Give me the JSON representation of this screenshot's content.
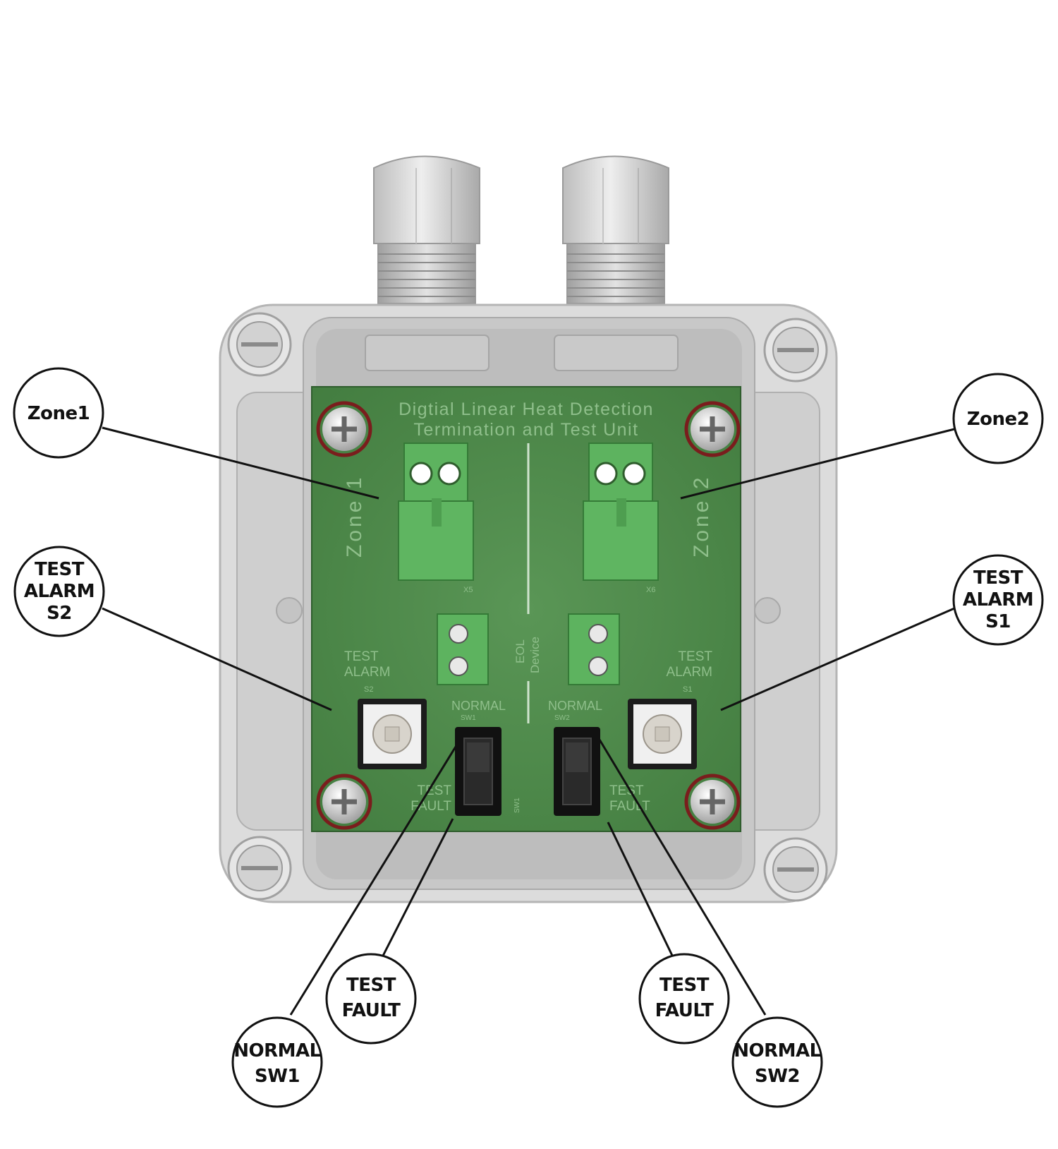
{
  "pcb": {
    "title_line1": "Digtial Linear Heat Detection",
    "title_line2": "Termination and Test Unit",
    "zone1_label": "Zone 1",
    "zone2_label": "Zone 2",
    "x5": "X5",
    "x6": "X6",
    "eol_line1": "EOL",
    "eol_line2": "Device",
    "test_alarm_left_1": "TEST",
    "test_alarm_left_2": "ALARM",
    "s2": "S2",
    "test_alarm_right_1": "TEST",
    "test_alarm_right_2": "ALARM",
    "s1": "S1",
    "normal_left": "NORMAL",
    "sw1_small": "SW1",
    "normal_right": "NORMAL",
    "sw2_small": "SW2",
    "test_fault_left_1": "TEST",
    "test_fault_left_2": "FAULT",
    "test_fault_right_1": "TEST",
    "test_fault_right_2": "FAULT",
    "sw1_side": "SW1"
  },
  "callouts": {
    "zone1": [
      "Zone1"
    ],
    "zone2": [
      "Zone2"
    ],
    "test_alarm_s2": [
      "TEST",
      "ALARM",
      "S2"
    ],
    "test_alarm_s1": [
      "TEST",
      "ALARM",
      "S1"
    ],
    "test_fault_left": [
      "TEST",
      "FAULT"
    ],
    "test_fault_right": [
      "TEST",
      "FAULT"
    ],
    "normal_sw1": [
      "NORMAL",
      "SW1"
    ],
    "normal_sw2": [
      "NORMAL",
      "SW2"
    ]
  },
  "colors": {
    "pcb_green": "#4f8a4a",
    "enclosure_grey": "#d9d9d9",
    "terminal_green": "#5db35f"
  }
}
